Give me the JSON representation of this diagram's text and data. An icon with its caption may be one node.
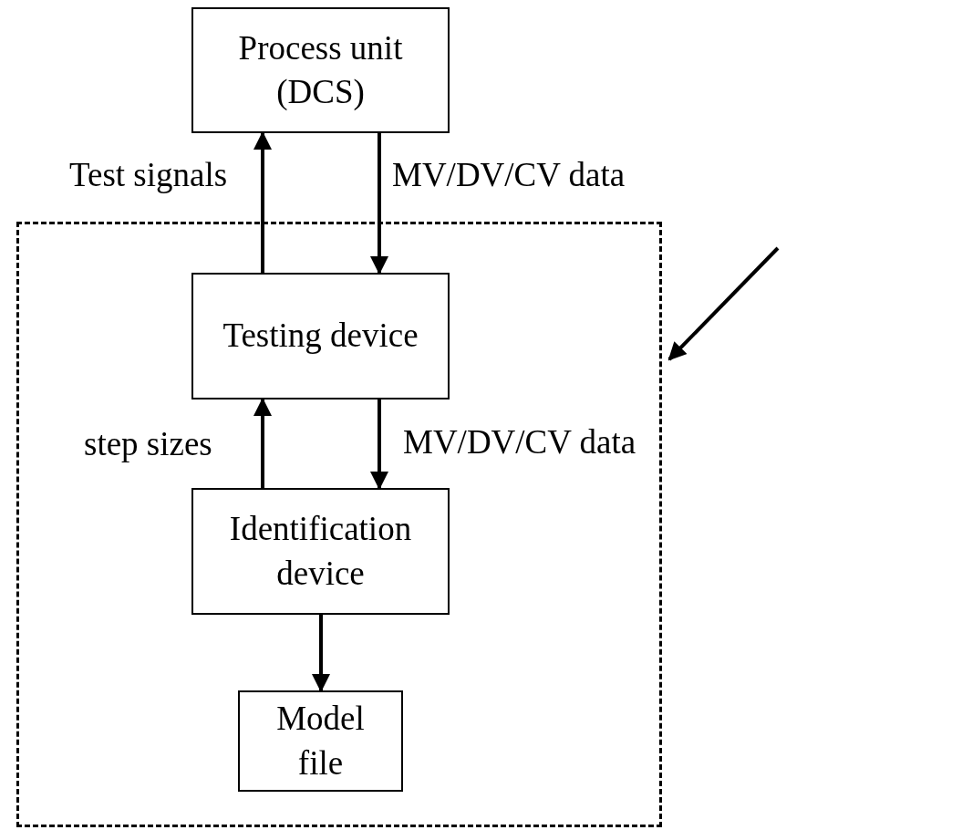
{
  "diagram": {
    "nodes": [
      {
        "text": [
          "Process unit (DCS)"
        ]
      },
      {
        "text": [],
        "shape": "box"
      },
      {
        "text": [
          "Testing device"
        ],
        "in": 1
      },
      {
        "text": [
          "Identification device"
        ],
        "in": 1
      },
      {
        "text": [
          "Model file"
        ],
        "in": 1
      }
    ],
    "edges": [
      {
        "from": 2,
        "to": 0,
        "arrow": "to",
        "label": "Test signals"
      },
      {
        "from": 0,
        "to": 2,
        "arrow": "to",
        "label": "MV/DV/CV data"
      },
      {
        "from": 3,
        "to": 2,
        "arrow": "to",
        "label": "step sizes"
      },
      {
        "from": 2,
        "to": 3,
        "arrow": "to",
        "label": "MV/DV/CV data"
      },
      {
        "from": 3,
        "to": 4,
        "arrow": "to"
      },
      {
        "from": null,
        "to": 1,
        "arrow": "to"
      }
    ]
  }
}
